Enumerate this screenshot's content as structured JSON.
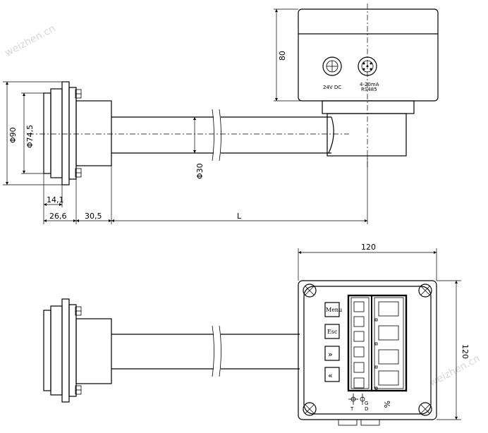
{
  "watermark": "weizhen.cn",
  "top_view": {
    "connectors": {
      "left_label": "24V DC",
      "right_label_1": "4-20mA",
      "right_label_2": "RS485"
    },
    "dimensions": {
      "flange_outer": "Φ90",
      "flange_inner": "Φ74,5",
      "tube_diameter": "Φ30",
      "housing_height": "80",
      "flange_thickness": "14,1",
      "flange_depth": "26,6",
      "neck_length": "30,5",
      "length": "L"
    }
  },
  "bottom_view": {
    "dimensions": {
      "width": "120",
      "height": "120"
    },
    "buttons": {
      "menu": "Menu",
      "esc": "Esc",
      "next": "»",
      "prev": "«"
    },
    "percent": "%",
    "terminal_labels": {
      "t": "T",
      "g": "G",
      "d": "D"
    }
  }
}
